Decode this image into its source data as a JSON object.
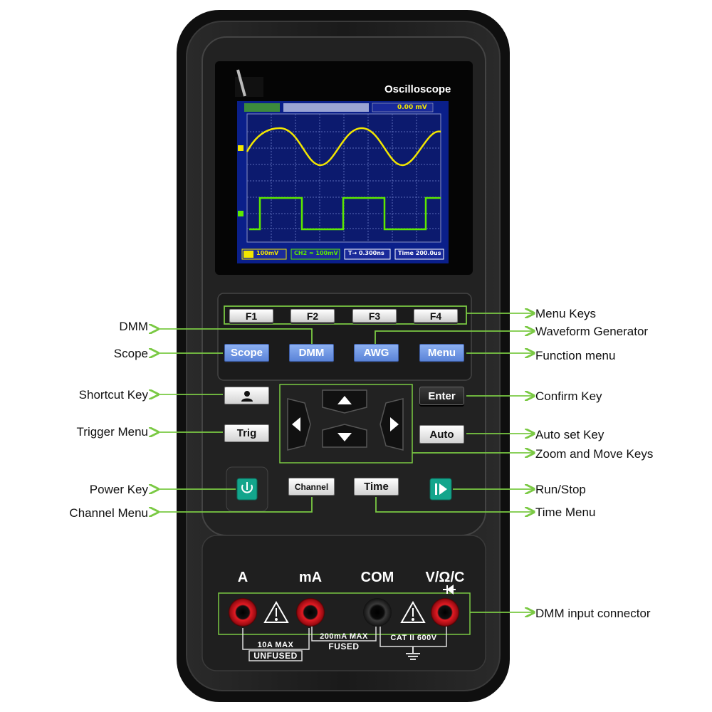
{
  "screen": {
    "title": "Oscilloscope",
    "status_value": "0.00 mV",
    "ch1_scale": "100mV",
    "ch2_scale": "CH2 ≈ 100mV",
    "trigger_time": "T→ 0.300ns",
    "timebase": "Time 200.0us"
  },
  "keys": {
    "f1": "F1",
    "f2": "F2",
    "f3": "F3",
    "f4": "F4",
    "scope": "Scope",
    "dmm": "DMM",
    "awg": "AWG",
    "menu": "Menu",
    "trig": "Trig",
    "enter": "Enter",
    "auto": "Auto",
    "channel": "Channel",
    "time": "Time"
  },
  "terminals": {
    "a": "A",
    "ma": "mA",
    "com": "COM",
    "v": "V/Ω/C",
    "a_rating_1": "10A MAX",
    "a_rating_2": "UNFUSED",
    "ma_rating_1": "200mA MAX",
    "ma_rating_2": "FUSED",
    "v_rating": "CAT II 600V"
  },
  "callouts": {
    "left": {
      "dmm": "DMM",
      "scope": "Scope",
      "shortcut": "Shortcut Key",
      "trigger": "Trigger Menu",
      "power": "Power Key",
      "channel": "Channel Menu"
    },
    "right": {
      "menu_keys": "Menu Keys",
      "waveform": "Waveform Generator",
      "function": "Function menu",
      "confirm": "Confirm Key",
      "autoset": "Auto set Key",
      "zoom": "Zoom and Move Keys",
      "runstop": "Run/Stop",
      "time": "Time Menu",
      "dmm_input": "DMM input connector"
    }
  },
  "colors": {
    "arrow": "#7ac943",
    "body": "#1e1e1e",
    "trace_ch1": "#f2e600",
    "trace_ch2": "#5de800",
    "key_blue": "#6a90e0",
    "jack_red": "#d0101a",
    "power_teal": "#13a58c"
  },
  "icons": [
    "user-icon",
    "arrow-up-icon",
    "arrow-down-icon",
    "arrow-left-icon",
    "arrow-right-icon",
    "power-icon",
    "run-stop-icon",
    "warning-icon",
    "ground-icon",
    "diode-icon"
  ]
}
